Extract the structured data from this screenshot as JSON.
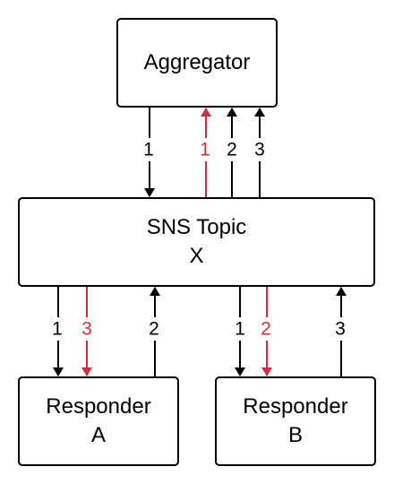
{
  "colors": {
    "line": "#000000",
    "highlight": "#d42e3e"
  },
  "nodes": {
    "aggregator": {
      "label": "Aggregator"
    },
    "sns_topic": {
      "line1": "SNS Topic",
      "line2": "X"
    },
    "responder_a": {
      "line1": "Responder",
      "line2": "A"
    },
    "responder_b": {
      "line1": "Responder",
      "line2": "B"
    }
  },
  "edges": [
    {
      "id": "agg-to-sns-1",
      "label": "1",
      "from": "aggregator",
      "to": "sns_topic",
      "highlight": false
    },
    {
      "id": "sns-to-agg-1",
      "label": "1",
      "from": "sns_topic",
      "to": "aggregator",
      "highlight": true
    },
    {
      "id": "sns-to-agg-2",
      "label": "2",
      "from": "sns_topic",
      "to": "aggregator",
      "highlight": false
    },
    {
      "id": "sns-to-agg-3",
      "label": "3",
      "from": "sns_topic",
      "to": "aggregator",
      "highlight": false
    },
    {
      "id": "sns-to-a-1",
      "label": "1",
      "from": "sns_topic",
      "to": "responder_a",
      "highlight": false
    },
    {
      "id": "sns-to-a-3",
      "label": "3",
      "from": "sns_topic",
      "to": "responder_a",
      "highlight": true
    },
    {
      "id": "a-to-sns-2",
      "label": "2",
      "from": "responder_a",
      "to": "sns_topic",
      "highlight": false
    },
    {
      "id": "sns-to-b-1",
      "label": "1",
      "from": "sns_topic",
      "to": "responder_b",
      "highlight": false
    },
    {
      "id": "sns-to-b-2",
      "label": "2",
      "from": "sns_topic",
      "to": "responder_b",
      "highlight": true
    },
    {
      "id": "b-to-sns-3",
      "label": "3",
      "from": "responder_b",
      "to": "sns_topic",
      "highlight": false
    }
  ]
}
